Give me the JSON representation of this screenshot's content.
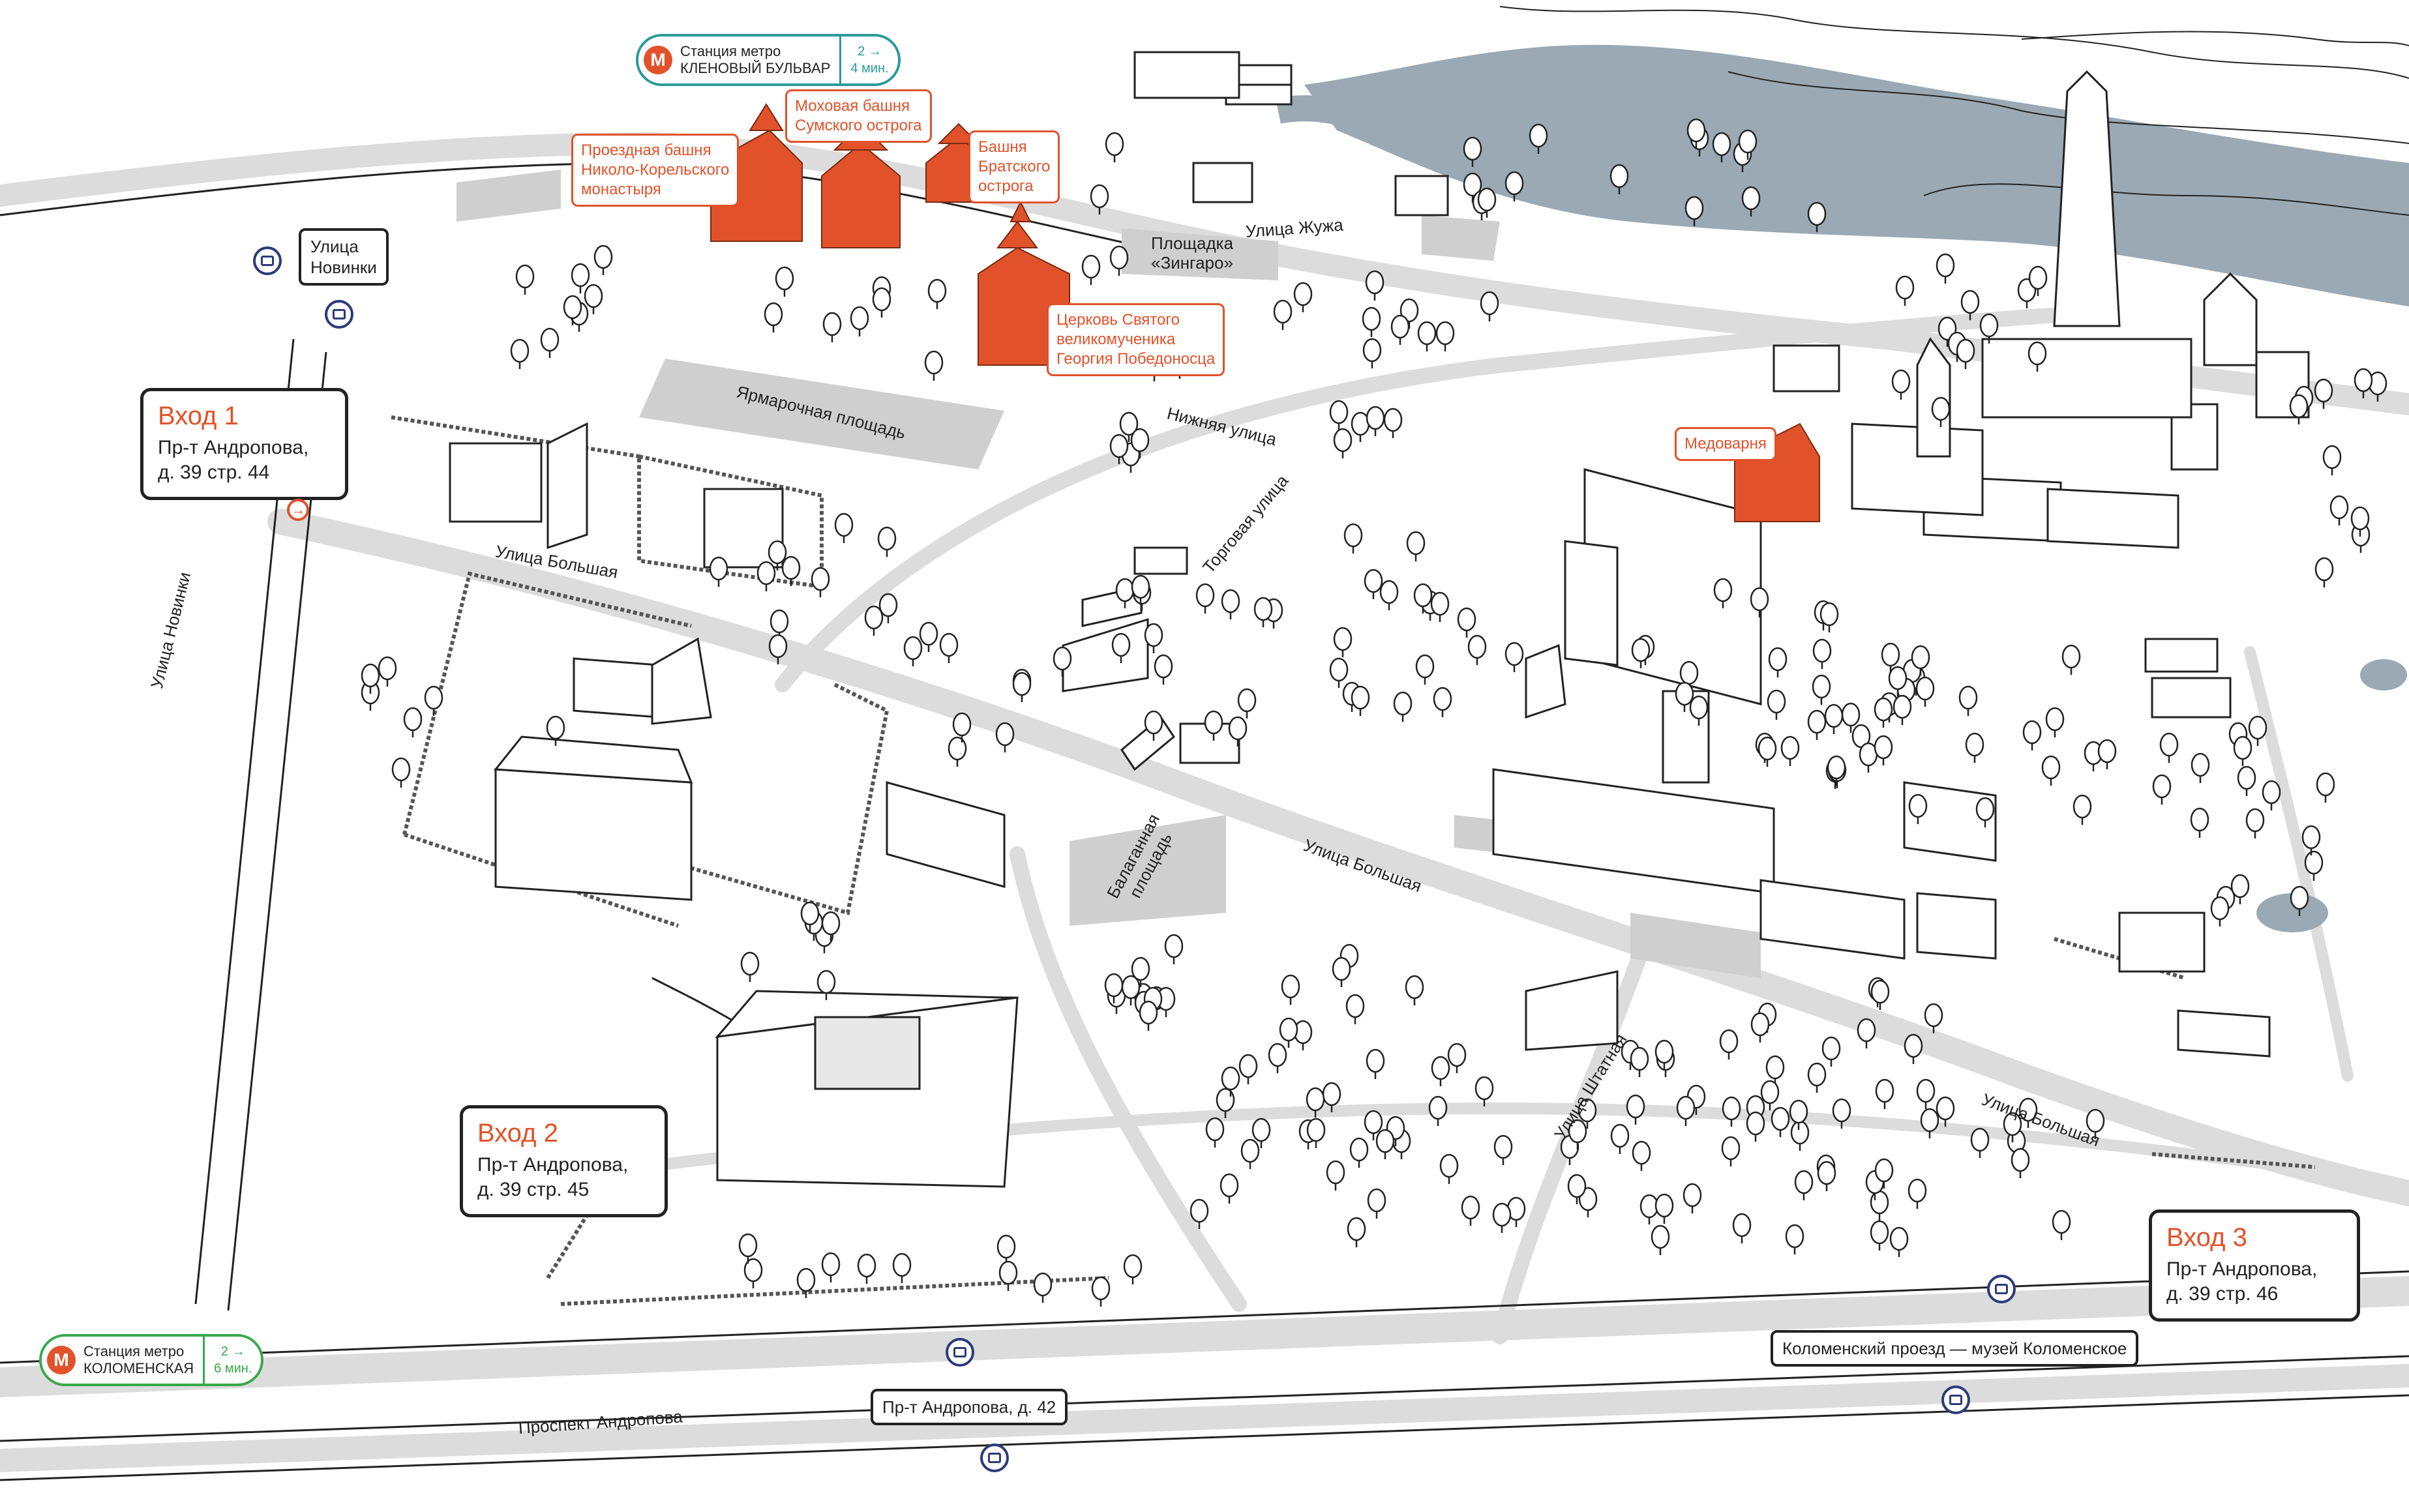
{
  "colors": {
    "accent": "#e2522a",
    "road": "#dcdcdc",
    "water": "#9aa9b3",
    "bus": "#2d3a7a",
    "metro_top": "#2a9a9a",
    "metro_bottom": "#3aa84a"
  },
  "metro": [
    {
      "line1": "Станция метро",
      "line2": "КЛЕНОВЫЙ БУЛЬВАР",
      "time1": "2 →",
      "time2": "4 мин.",
      "color": "#2a9a9a"
    },
    {
      "line1": "Станция метро",
      "line2": "КОЛОМЕНСКАЯ",
      "time1": "2 →",
      "time2": "6 мин.",
      "color": "#3aa84a"
    }
  ],
  "entrances": [
    {
      "title": "Вход 1",
      "line1": "Пр-т Андропова,",
      "line2": "д. 39 стр. 44"
    },
    {
      "title": "Вход 2",
      "line1": "Пр-т Андропова,",
      "line2": "д. 39 стр. 45"
    },
    {
      "title": "Вход 3",
      "line1": "Пр-т Андропова,",
      "line2": "д. 39 стр. 46"
    }
  ],
  "landmarks": [
    {
      "line1": "Проездная башня",
      "line2": "Николо-Корельского",
      "line3": "монастыря"
    },
    {
      "line1": "Моховая башня",
      "line2": "Сумского острога"
    },
    {
      "line1": "Башня",
      "line2": "Братского",
      "line3": "острога"
    },
    {
      "line1": "Церковь Святого",
      "line2": "великомученика",
      "line3": "Георгия Победоносца"
    },
    {
      "line1": "Медоварня"
    }
  ],
  "bus_stops": {
    "novinki": {
      "line1": "Улица",
      "line2": "Новинки"
    },
    "andropova42": "Пр-т Андропова, д. 42",
    "kolomensky": "Коломенский проезд — музей Коломенское"
  },
  "streets": {
    "zhuzha": "Улица Жужа",
    "nizhnyaya": "Нижняя улица",
    "torgovaya": "Торговая улица",
    "bolshaya1": "Улица Большая",
    "bolshaya2": "Улица Большая",
    "bolshaya3": "Улица Большая",
    "novinki": "Улица Новинки",
    "shtatnaya": "Улица Штатная",
    "andropova": "Проспект Андропова"
  },
  "areas": {
    "zingaro_1": "Площадка",
    "zingaro_2": "«Зингаро»",
    "yarmarochnaya": "Ярмарочная площадь",
    "balagannaya_1": "Балаганная",
    "balagannaya_2": "площадь"
  },
  "icons": {
    "entrance": "→",
    "metro": "М"
  }
}
